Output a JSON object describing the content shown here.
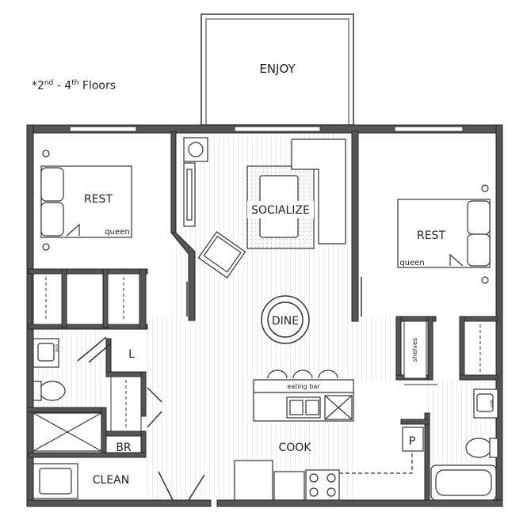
{
  "note": {
    "prefix": "*2",
    "sup1": "nd",
    "middle": " - 4",
    "sup2": "th",
    "suffix": " Floors"
  },
  "rooms": {
    "balcony": "ENJOY",
    "living": "SOCIALIZE",
    "dining": "DINE",
    "kitchen": "COOK",
    "bedroom_left": "REST",
    "bedroom_right": "REST",
    "laundry": "CLEAN",
    "linen": "L",
    "bath_left": "BR",
    "pantry": "P"
  },
  "furniture": {
    "bed_left_size": "queen",
    "bed_right_size": "queen",
    "eating_bar": "eating bar",
    "shelves": "shelves",
    "sink_label_left": "sink",
    "sink_label_right": "sink"
  },
  "colors": {
    "wall": "#555555",
    "wall_outline": "#222222",
    "floor_lines": "#d9d9d9",
    "background": "#ffffff"
  }
}
